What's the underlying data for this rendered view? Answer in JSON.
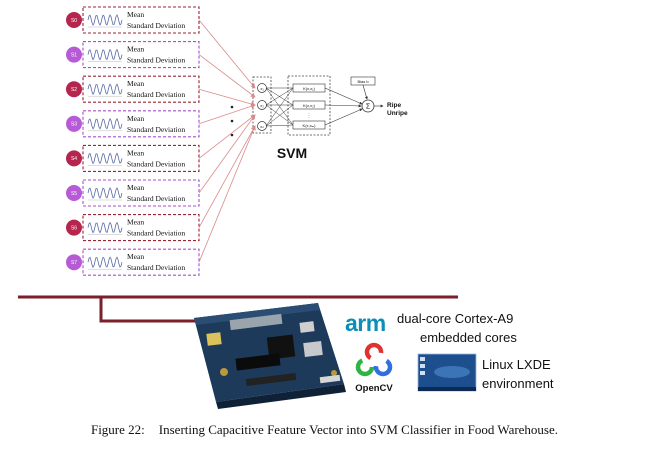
{
  "sensors": [
    {
      "id": "S0",
      "color": "#b5254e",
      "box": "#9c2236"
    },
    {
      "id": "S1",
      "color": "#b65ad6",
      "box": "#a64ed0"
    },
    {
      "id": "S2",
      "color": "#b5254e",
      "box": "#9c2236"
    },
    {
      "id": "S3",
      "color": "#b65ad6",
      "box": "#a64ed0"
    },
    {
      "id": "S4",
      "color": "#b5254e",
      "box": "#9c2236"
    },
    {
      "id": "S5",
      "color": "#b65ad6",
      "box": "#a64ed0"
    },
    {
      "id": "S6",
      "color": "#b5254e",
      "box": "#9c2236"
    },
    {
      "id": "S7",
      "color": "#b65ad6",
      "box": "#a64ed0"
    }
  ],
  "feature_labels": {
    "mean": "Mean",
    "std": "Standard Deviation"
  },
  "svm": {
    "title": "SVM",
    "inputs": [
      "x₁",
      "x₂",
      "xₙ"
    ],
    "kernels": [
      "K(x,x₁)",
      "K(x,x₂)",
      "K(x,xₘ)"
    ],
    "bias_label": "Bias b",
    "sum_symbol": "Σ",
    "outputs": [
      "Ripe",
      "Unripe"
    ]
  },
  "hardware": {
    "arm_logo": "arm",
    "arm_text_line1": "dual-core Cortex-A9",
    "arm_text_line2": "embedded cores",
    "opencv_label": "OpenCV",
    "linux_line1": "Linux LXDE",
    "linux_line2": "environment"
  },
  "caption": {
    "number": "Figure 22:",
    "text": "Inserting Capacitive Feature Vector into SVM Classifier in Food Warehouse."
  },
  "colors": {
    "bus": "#7a1f2b",
    "arrow": "#d98a8a",
    "net": "#333333"
  }
}
